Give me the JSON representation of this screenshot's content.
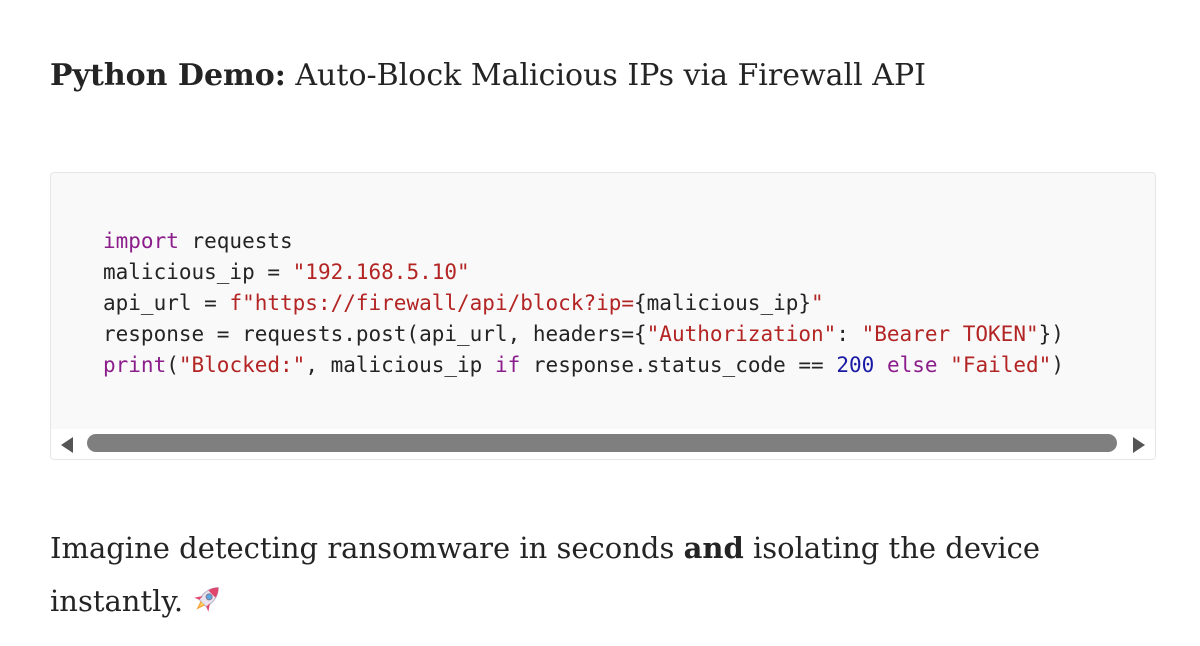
{
  "heading": {
    "bold": "Python Demo:",
    "rest": " Auto-Block Malicious IPs via Firewall API"
  },
  "code": {
    "language": "python",
    "lines": [
      [
        {
          "t": "import",
          "c": "kw"
        },
        {
          "t": " requests",
          "c": "plain"
        }
      ],
      [
        {
          "t": "malicious_ip = ",
          "c": "plain"
        },
        {
          "t": "\"192.168.5.10\"",
          "c": "str"
        }
      ],
      [
        {
          "t": "api_url = ",
          "c": "plain"
        },
        {
          "t": "f\"https://firewall/api/block?ip=",
          "c": "str"
        },
        {
          "t": "{malicious_ip}",
          "c": "plain"
        },
        {
          "t": "\"",
          "c": "str"
        }
      ],
      [
        {
          "t": "response = requests.post(api_url, headers={",
          "c": "plain"
        },
        {
          "t": "\"Authorization\"",
          "c": "str"
        },
        {
          "t": ": ",
          "c": "plain"
        },
        {
          "t": "\"Bearer TOKEN\"",
          "c": "str"
        },
        {
          "t": "})",
          "c": "plain"
        }
      ],
      [
        {
          "t": "print",
          "c": "kw"
        },
        {
          "t": "(",
          "c": "plain"
        },
        {
          "t": "\"Blocked:\"",
          "c": "str"
        },
        {
          "t": ", malicious_ip ",
          "c": "plain"
        },
        {
          "t": "if",
          "c": "kw"
        },
        {
          "t": " response.status_code == ",
          "c": "plain"
        },
        {
          "t": "200",
          "c": "num"
        },
        {
          "t": " ",
          "c": "plain"
        },
        {
          "t": "else",
          "c": "kw"
        },
        {
          "t": " ",
          "c": "plain"
        },
        {
          "t": "\"Failed\"",
          "c": "str"
        },
        {
          "t": ")",
          "c": "plain"
        }
      ]
    ],
    "colors": {
      "keyword": "#8b1e8b",
      "string": "#b32424",
      "number": "#1a1aa6",
      "plain": "#242424",
      "background": "#f9f9f9"
    }
  },
  "scrollbar": {
    "left_icon": "triangle-left-icon",
    "right_icon": "triangle-right-icon"
  },
  "paragraph": {
    "part1": "Imagine detecting ransomware in seconds ",
    "bold": "and",
    "part2": " isolating the device instantly.",
    "emoji_icon": "rocket-icon"
  }
}
